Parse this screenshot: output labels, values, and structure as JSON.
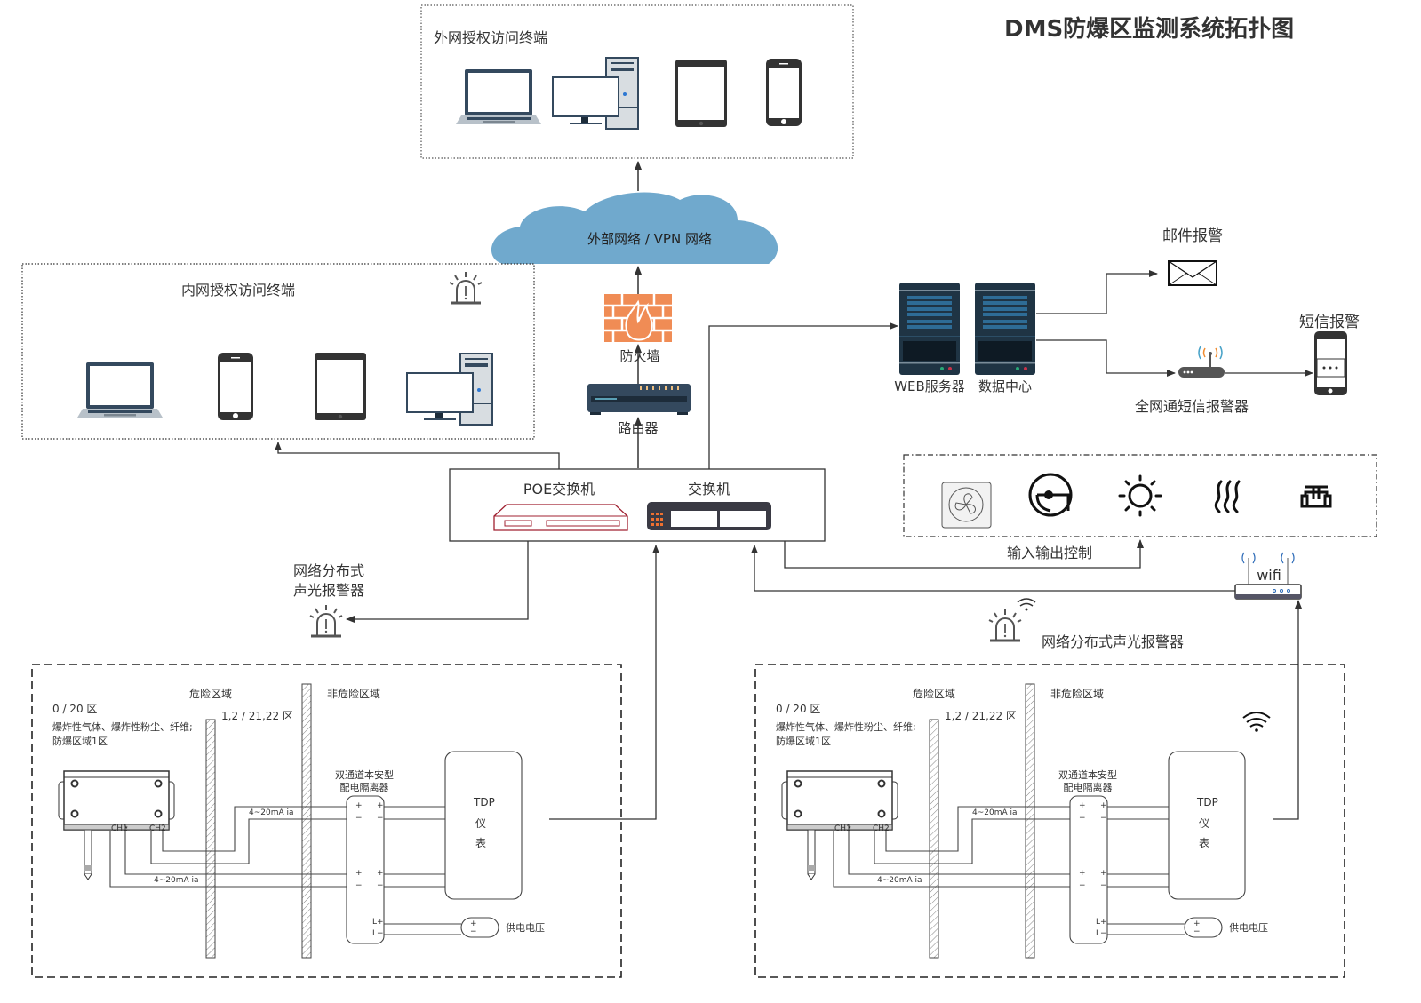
{
  "title": "DMS防爆区监测系统拓扑图",
  "external_terminals": {
    "label": "外网授权访问终端",
    "devices": [
      "laptop",
      "desktop",
      "tablet",
      "phone"
    ]
  },
  "cloud": {
    "label": "外部网络 / VPN 网络",
    "color": "#70a9cd"
  },
  "internal_terminals": {
    "label": "内网授权访问终端",
    "devices": [
      "laptop",
      "phone",
      "tablet",
      "desktop"
    ]
  },
  "firewall": {
    "label": "防火墙",
    "color": "#f08c55"
  },
  "router": {
    "label": "路由器"
  },
  "switch_group": {
    "poe_label": "POE交换机",
    "switch_label": "交换机"
  },
  "servers": {
    "web_label": "WEB服务器",
    "data_label": "数据中心"
  },
  "alerts": {
    "email_label": "邮件报警",
    "sms_label": "短信报警",
    "sms_gateway_label": "全网通短信报警器"
  },
  "io_control": {
    "label": "输入输出控制",
    "icons": [
      "fan-icon",
      "valve-icon",
      "light-icon",
      "heater-icon",
      "pump-icon"
    ]
  },
  "wifi": {
    "label": "wifi"
  },
  "alarm_left": {
    "line1": "网络分布式",
    "line2": "声光报警器"
  },
  "alarm_right": {
    "label": "网络分布式声光报警器"
  },
  "zones": [
    {
      "danger_label": "危险区域",
      "safe_label": "非危险区域",
      "zone0_label": "0 / 20 区",
      "zone0_desc1": "爆炸性气体、爆炸性粉尘、纤维;",
      "zone0_desc2": "防爆区域1区",
      "zone1_label": "1,2 / 21,22 区",
      "signal_top": "4~20mA ia",
      "signal_bottom": "4~20mA ia",
      "sensor_ch1": "CH1",
      "sensor_ch2": "CH2",
      "isolator_line1": "双通道本安型",
      "isolator_line2": "配电隔离器",
      "plus": "+",
      "minus": "−",
      "lplus": "L+",
      "lminus": "L−",
      "meter_l1": "TDP",
      "meter_l2": "仪",
      "meter_l3": "表",
      "power_label": "供电电压"
    },
    {
      "danger_label": "危险区域",
      "safe_label": "非危险区域",
      "zone0_label": "0 / 20 区",
      "zone0_desc1": "爆炸性气体、爆炸性粉尘、纤维;",
      "zone0_desc2": "防爆区域1区",
      "zone1_label": "1,2 / 21,22 区",
      "signal_top": "4~20mA ia",
      "signal_bottom": "4~20mA ia",
      "sensor_ch1": "CH1",
      "sensor_ch2": "CH2",
      "isolator_line1": "双通道本安型",
      "isolator_line2": "配电隔离器",
      "plus": "+",
      "minus": "−",
      "lplus": "L+",
      "lminus": "L−",
      "meter_l1": "TDP",
      "meter_l2": "仪",
      "meter_l3": "表",
      "power_label": "供电电压"
    }
  ]
}
